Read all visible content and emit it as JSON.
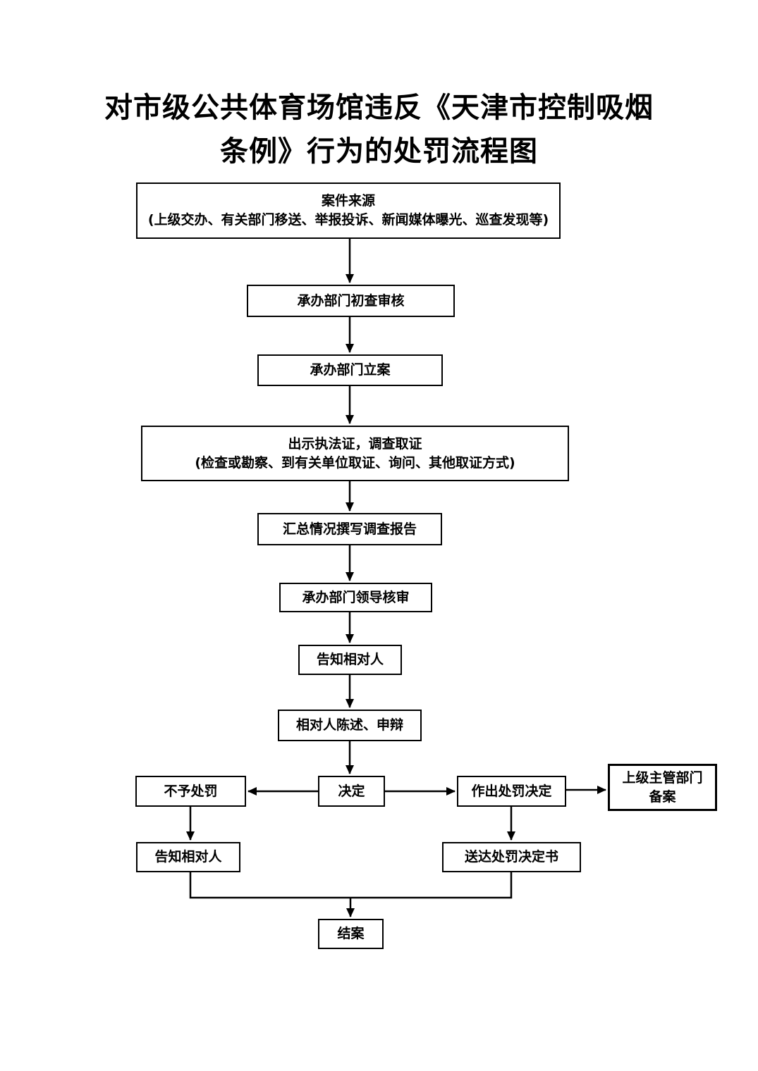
{
  "title": {
    "line1": "对市级公共体育场馆违反《天津市控制吸烟",
    "line2": "条例》行为的处罚流程图"
  },
  "nodes": {
    "case_source": {
      "line1": "案件来源",
      "line2": "(上级交办、有关部门移送、举报投诉、新闻媒体曝光、巡查发现等)"
    },
    "initial_review": {
      "label": "承办部门初查审核"
    },
    "case_filing": {
      "label": "承办部门立案"
    },
    "evidence": {
      "line1": "出示执法证，调查取证",
      "line2": "(检查或勘察、到有关单位取证、询问、其他取证方式)"
    },
    "report": {
      "label": "汇总情况撰写调查报告"
    },
    "leader_review": {
      "label": "承办部门领导核审"
    },
    "notify_party": {
      "label": "告知相对人"
    },
    "statement_defense": {
      "label": "相对人陈述、申辩"
    },
    "no_penalty": {
      "label": "不予处罚"
    },
    "decision": {
      "label": "决定"
    },
    "penalty_decision": {
      "label": "作出处罚决定"
    },
    "superior_record": {
      "line1": "上级主管部门",
      "line2": "备案"
    },
    "notify_party_2": {
      "label": "告知相对人"
    },
    "deliver_decision": {
      "label": "送达处罚决定书"
    },
    "case_closed": {
      "label": "结案"
    }
  },
  "colors": {
    "ink": "#000000",
    "background": "#ffffff"
  }
}
